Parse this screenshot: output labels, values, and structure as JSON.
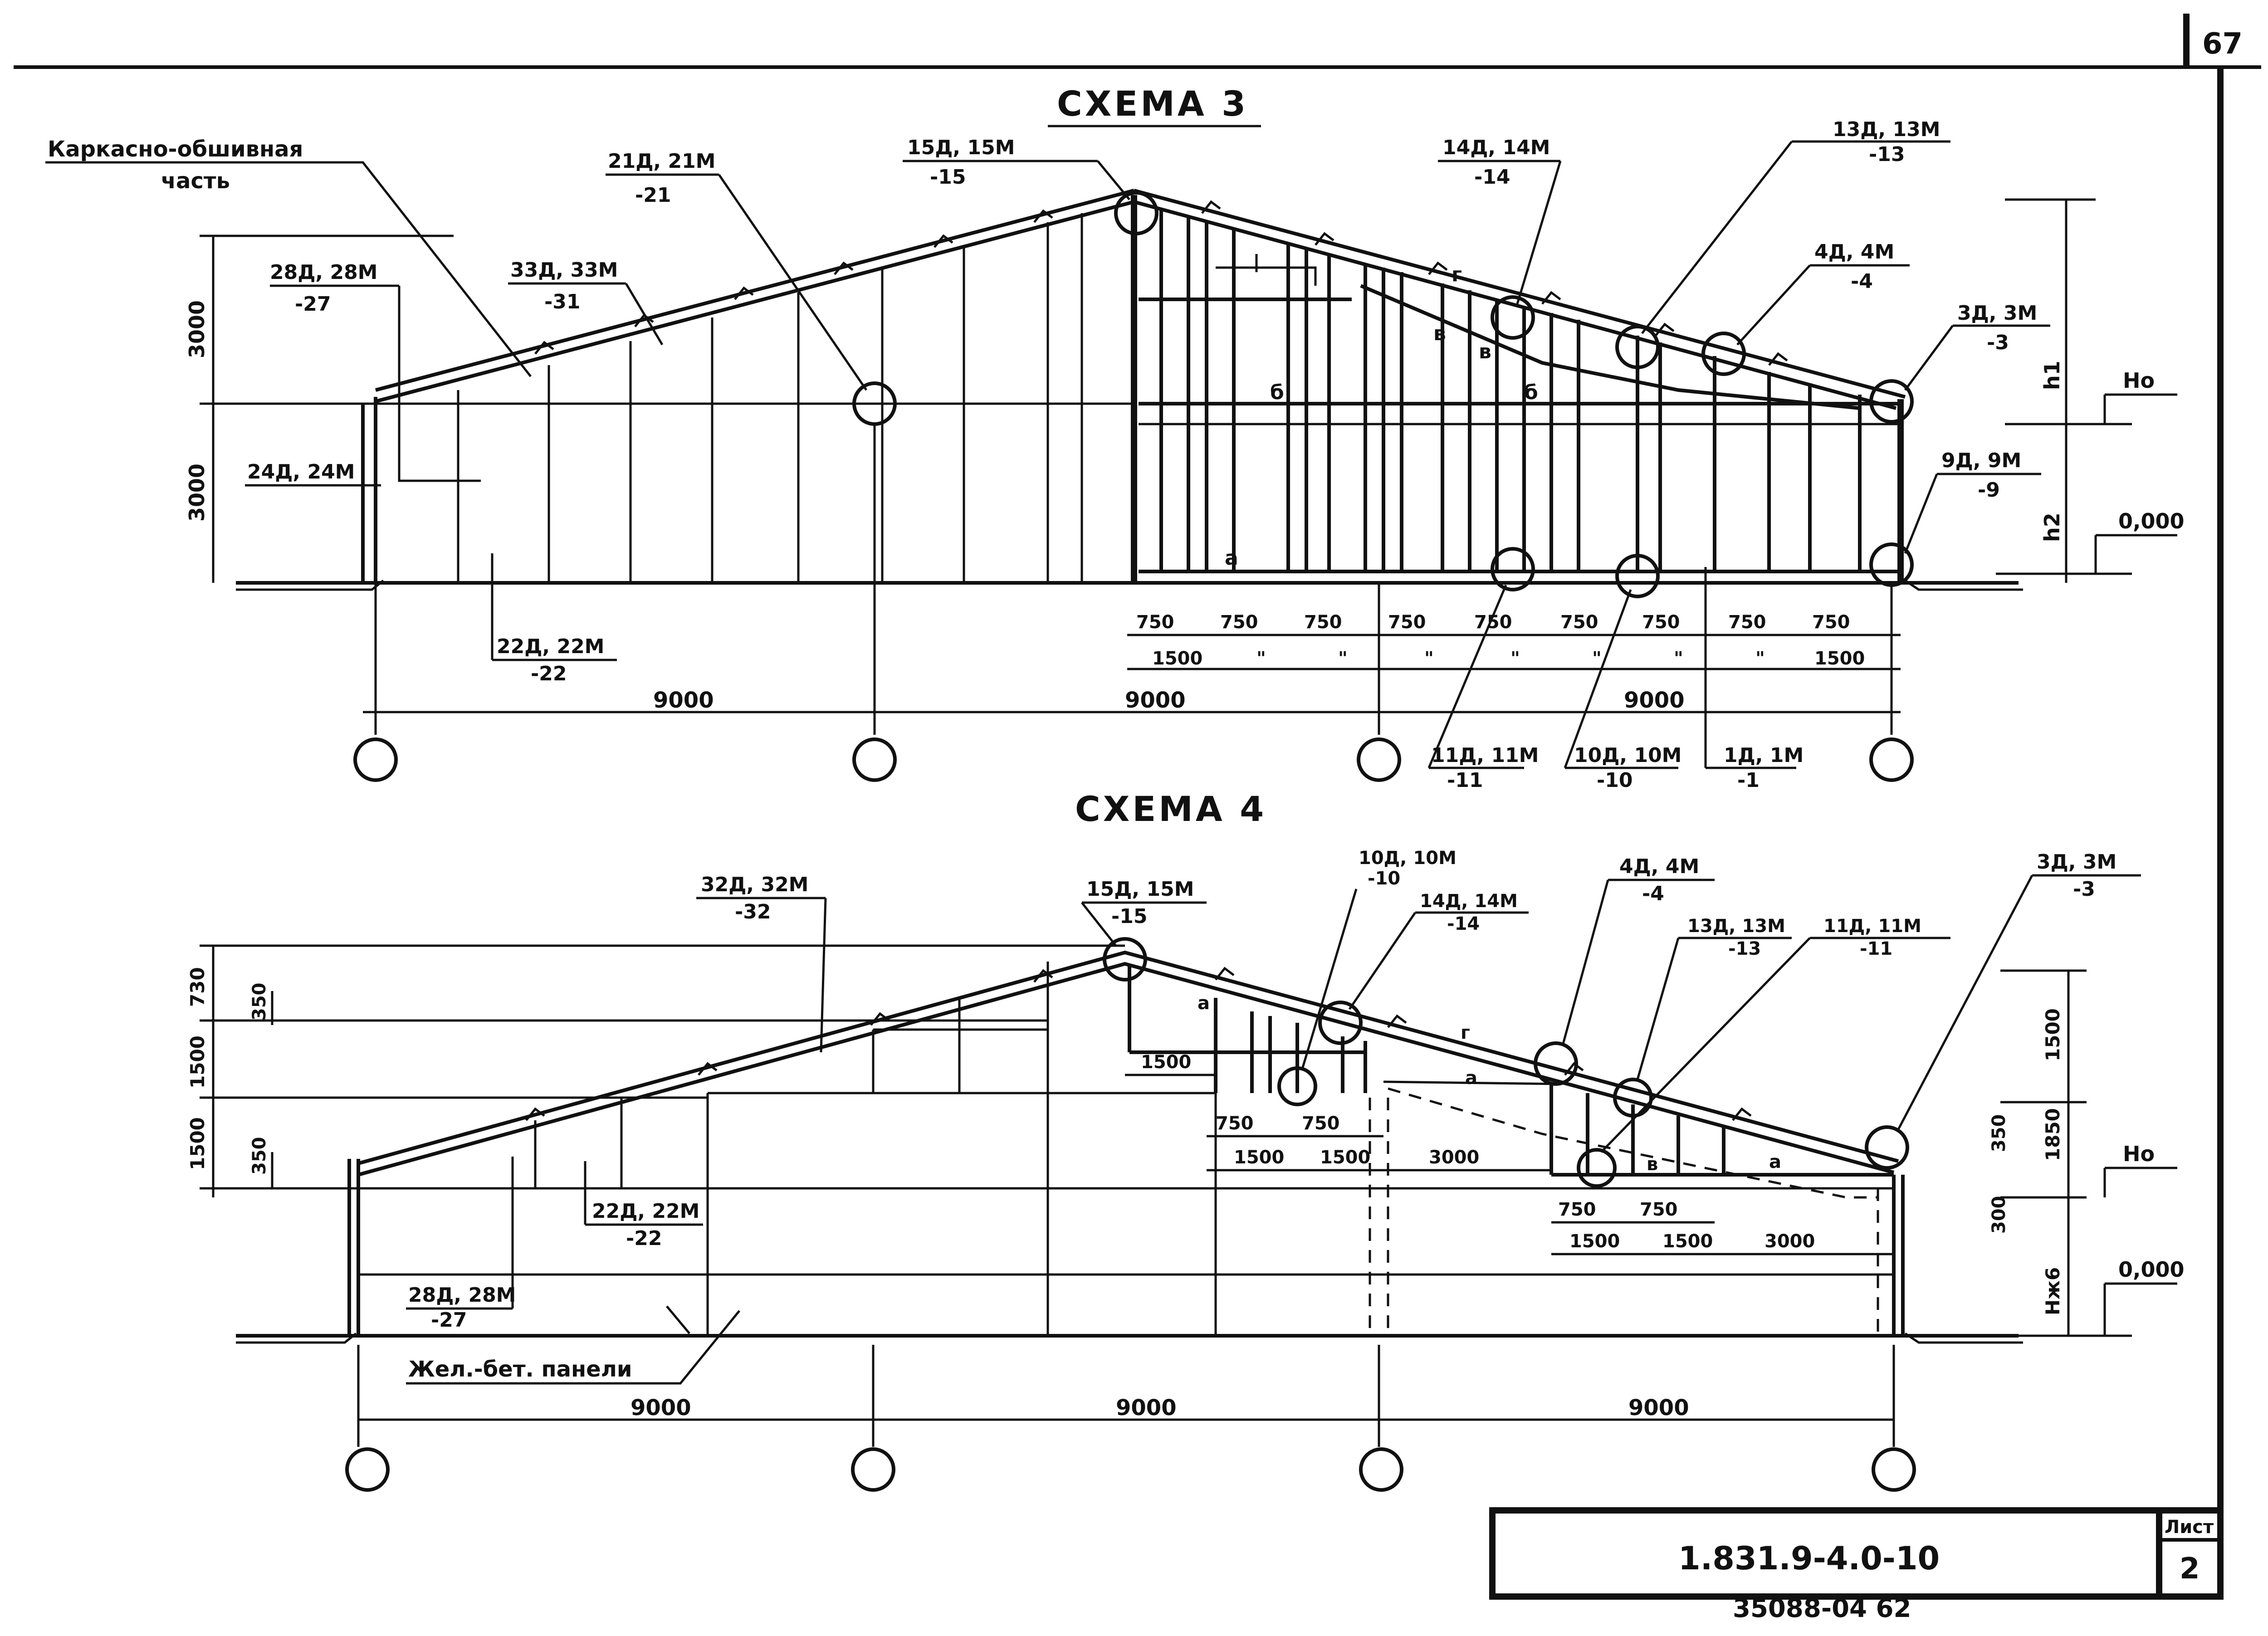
{
  "sheet": {
    "page_number": "67",
    "doc_code": "1.831.9-4.0-10",
    "sheet_label": "Лист",
    "sheet_number": "2",
    "bottom_code": "35088-04 62"
  },
  "scheme3": {
    "title": "СХЕМА 3",
    "part_label_1": "Каркасно-обшивная",
    "part_label_2": "часть",
    "callouts": [
      {
        "top": "21Д, 21М",
        "bottom": "-21"
      },
      {
        "top": "15Д, 15М",
        "bottom": "-15"
      },
      {
        "top": "14Д, 14М",
        "bottom": "-14"
      },
      {
        "top": "13Д, 13М",
        "bottom": "-13"
      },
      {
        "top": "4Д, 4М",
        "bottom": "-4"
      },
      {
        "top": "3Д, 3М",
        "bottom": "-3"
      },
      {
        "top": "28Д, 28М",
        "bottom": "-27"
      },
      {
        "top": "33Д, 33М",
        "bottom": "-31"
      },
      {
        "top": "24Д, 24М",
        "bottom": ""
      },
      {
        "top": "22Д, 22М",
        "bottom": "-22"
      },
      {
        "top": "9Д, 9М",
        "bottom": "-9"
      },
      {
        "top": "11Д, 11М",
        "bottom": "-11"
      },
      {
        "top": "10Д, 10М",
        "bottom": "-10"
      },
      {
        "top": "1Д, 1М",
        "bottom": "-1"
      }
    ],
    "heights": [
      "3000",
      "3000"
    ],
    "levels": [
      "Ho",
      "0,000"
    ],
    "h_marks": [
      "h1",
      "h2"
    ],
    "spacings_750": [
      "750",
      "750",
      "750",
      "750",
      "750",
      "750",
      "750",
      "750",
      "750"
    ],
    "spacings_1500": [
      "1500",
      "\"",
      "\"",
      "\"",
      "\"",
      "\"",
      "\"",
      "\"",
      "1500"
    ],
    "spans": [
      "9000",
      "9000",
      "9000"
    ],
    "panel_letters": [
      "а",
      "б",
      "в",
      "г"
    ]
  },
  "scheme4": {
    "title": "СХЕМА 4",
    "callouts": [
      {
        "top": "32Д, 32М",
        "bottom": "-32"
      },
      {
        "top": "15Д, 15М",
        "bottom": "-15"
      },
      {
        "top": "10Д, 10М",
        "bottom": "-10"
      },
      {
        "top": "14Д, 14М",
        "bottom": "-14"
      },
      {
        "top": "4Д, 4М",
        "bottom": "-4"
      },
      {
        "top": "13Д, 13М",
        "bottom": "-13"
      },
      {
        "top": "11Д, 11М",
        "bottom": "-11"
      },
      {
        "top": "3Д, 3М",
        "bottom": "-3"
      },
      {
        "top": "22Д, 22М",
        "bottom": "-22"
      },
      {
        "top": "28Д, 28М",
        "bottom": "-27"
      }
    ],
    "heights_left": [
      "730",
      "350",
      "1500",
      "1500",
      "350"
    ],
    "heights_right": [
      "1500",
      "1850",
      "350",
      "300",
      "Нж6"
    ],
    "levels": [
      "Ho",
      "0,000"
    ],
    "dims": [
      "1500",
      "750",
      "750",
      "1500",
      "1500",
      "3000",
      "750",
      "750",
      "1500",
      "1500",
      "3000"
    ],
    "spans": [
      "9000",
      "9000",
      "9000"
    ],
    "panels_label": "Жел.-бет. панели"
  }
}
